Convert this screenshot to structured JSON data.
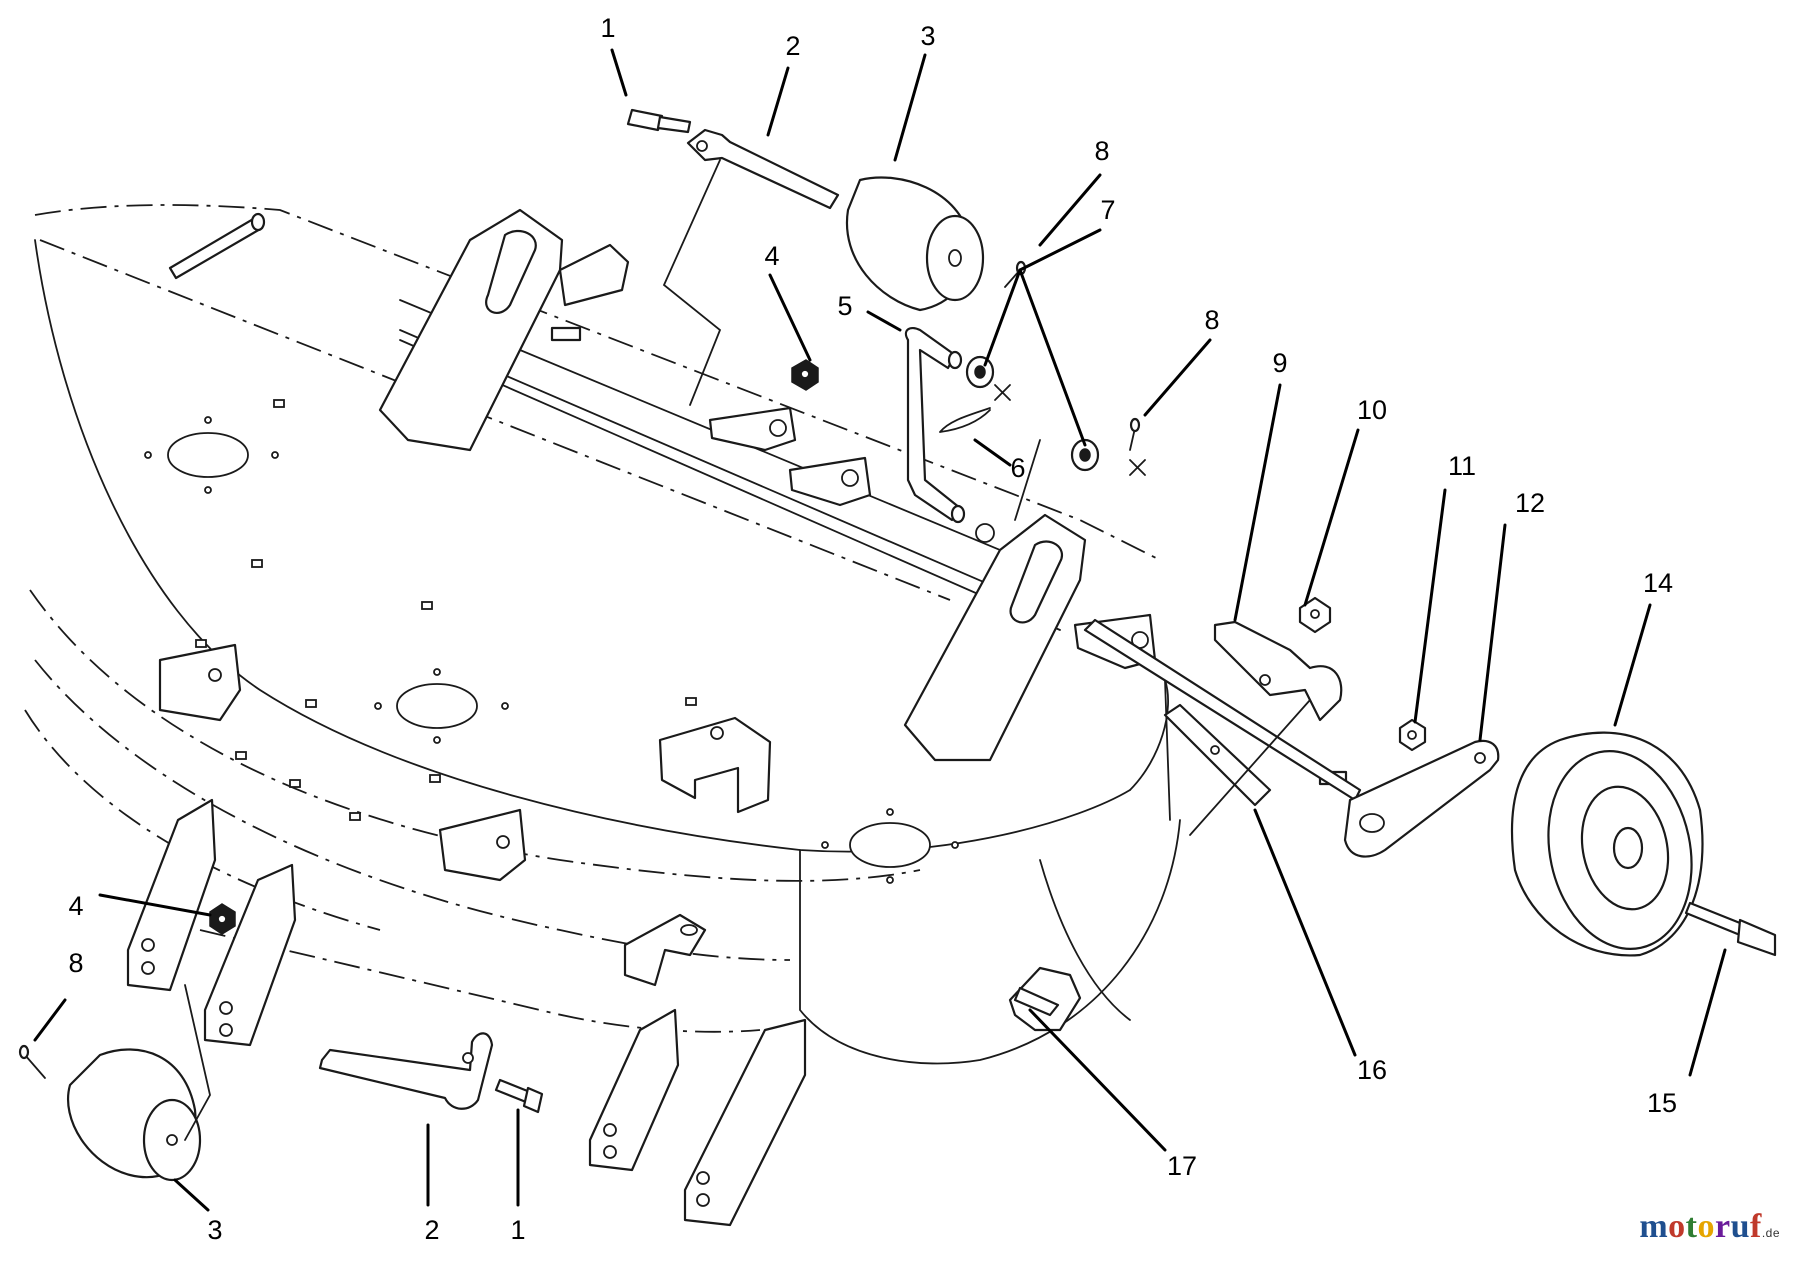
{
  "callouts": [
    {
      "id": "c1-top",
      "label": "1"
    },
    {
      "id": "c2-top",
      "label": "2"
    },
    {
      "id": "c3-top",
      "label": "3"
    },
    {
      "id": "c8-top",
      "label": "8"
    },
    {
      "id": "c7",
      "label": "7"
    },
    {
      "id": "c4-top",
      "label": "4"
    },
    {
      "id": "c5",
      "label": "5"
    },
    {
      "id": "c8-mid",
      "label": "8"
    },
    {
      "id": "c6",
      "label": "6"
    },
    {
      "id": "c9",
      "label": "9"
    },
    {
      "id": "c10",
      "label": "10"
    },
    {
      "id": "c11",
      "label": "11"
    },
    {
      "id": "c12",
      "label": "12"
    },
    {
      "id": "c14",
      "label": "14"
    },
    {
      "id": "c16",
      "label": "16"
    },
    {
      "id": "c15",
      "label": "15"
    },
    {
      "id": "c17",
      "label": "17"
    },
    {
      "id": "c4-left",
      "label": "4"
    },
    {
      "id": "c8-left",
      "label": "8"
    },
    {
      "id": "c3-bottom",
      "label": "3"
    },
    {
      "id": "c2-bottom",
      "label": "2"
    },
    {
      "id": "c1-bottom",
      "label": "1"
    }
  ],
  "watermark": {
    "text": "motoruf",
    "suffix": ".de"
  }
}
